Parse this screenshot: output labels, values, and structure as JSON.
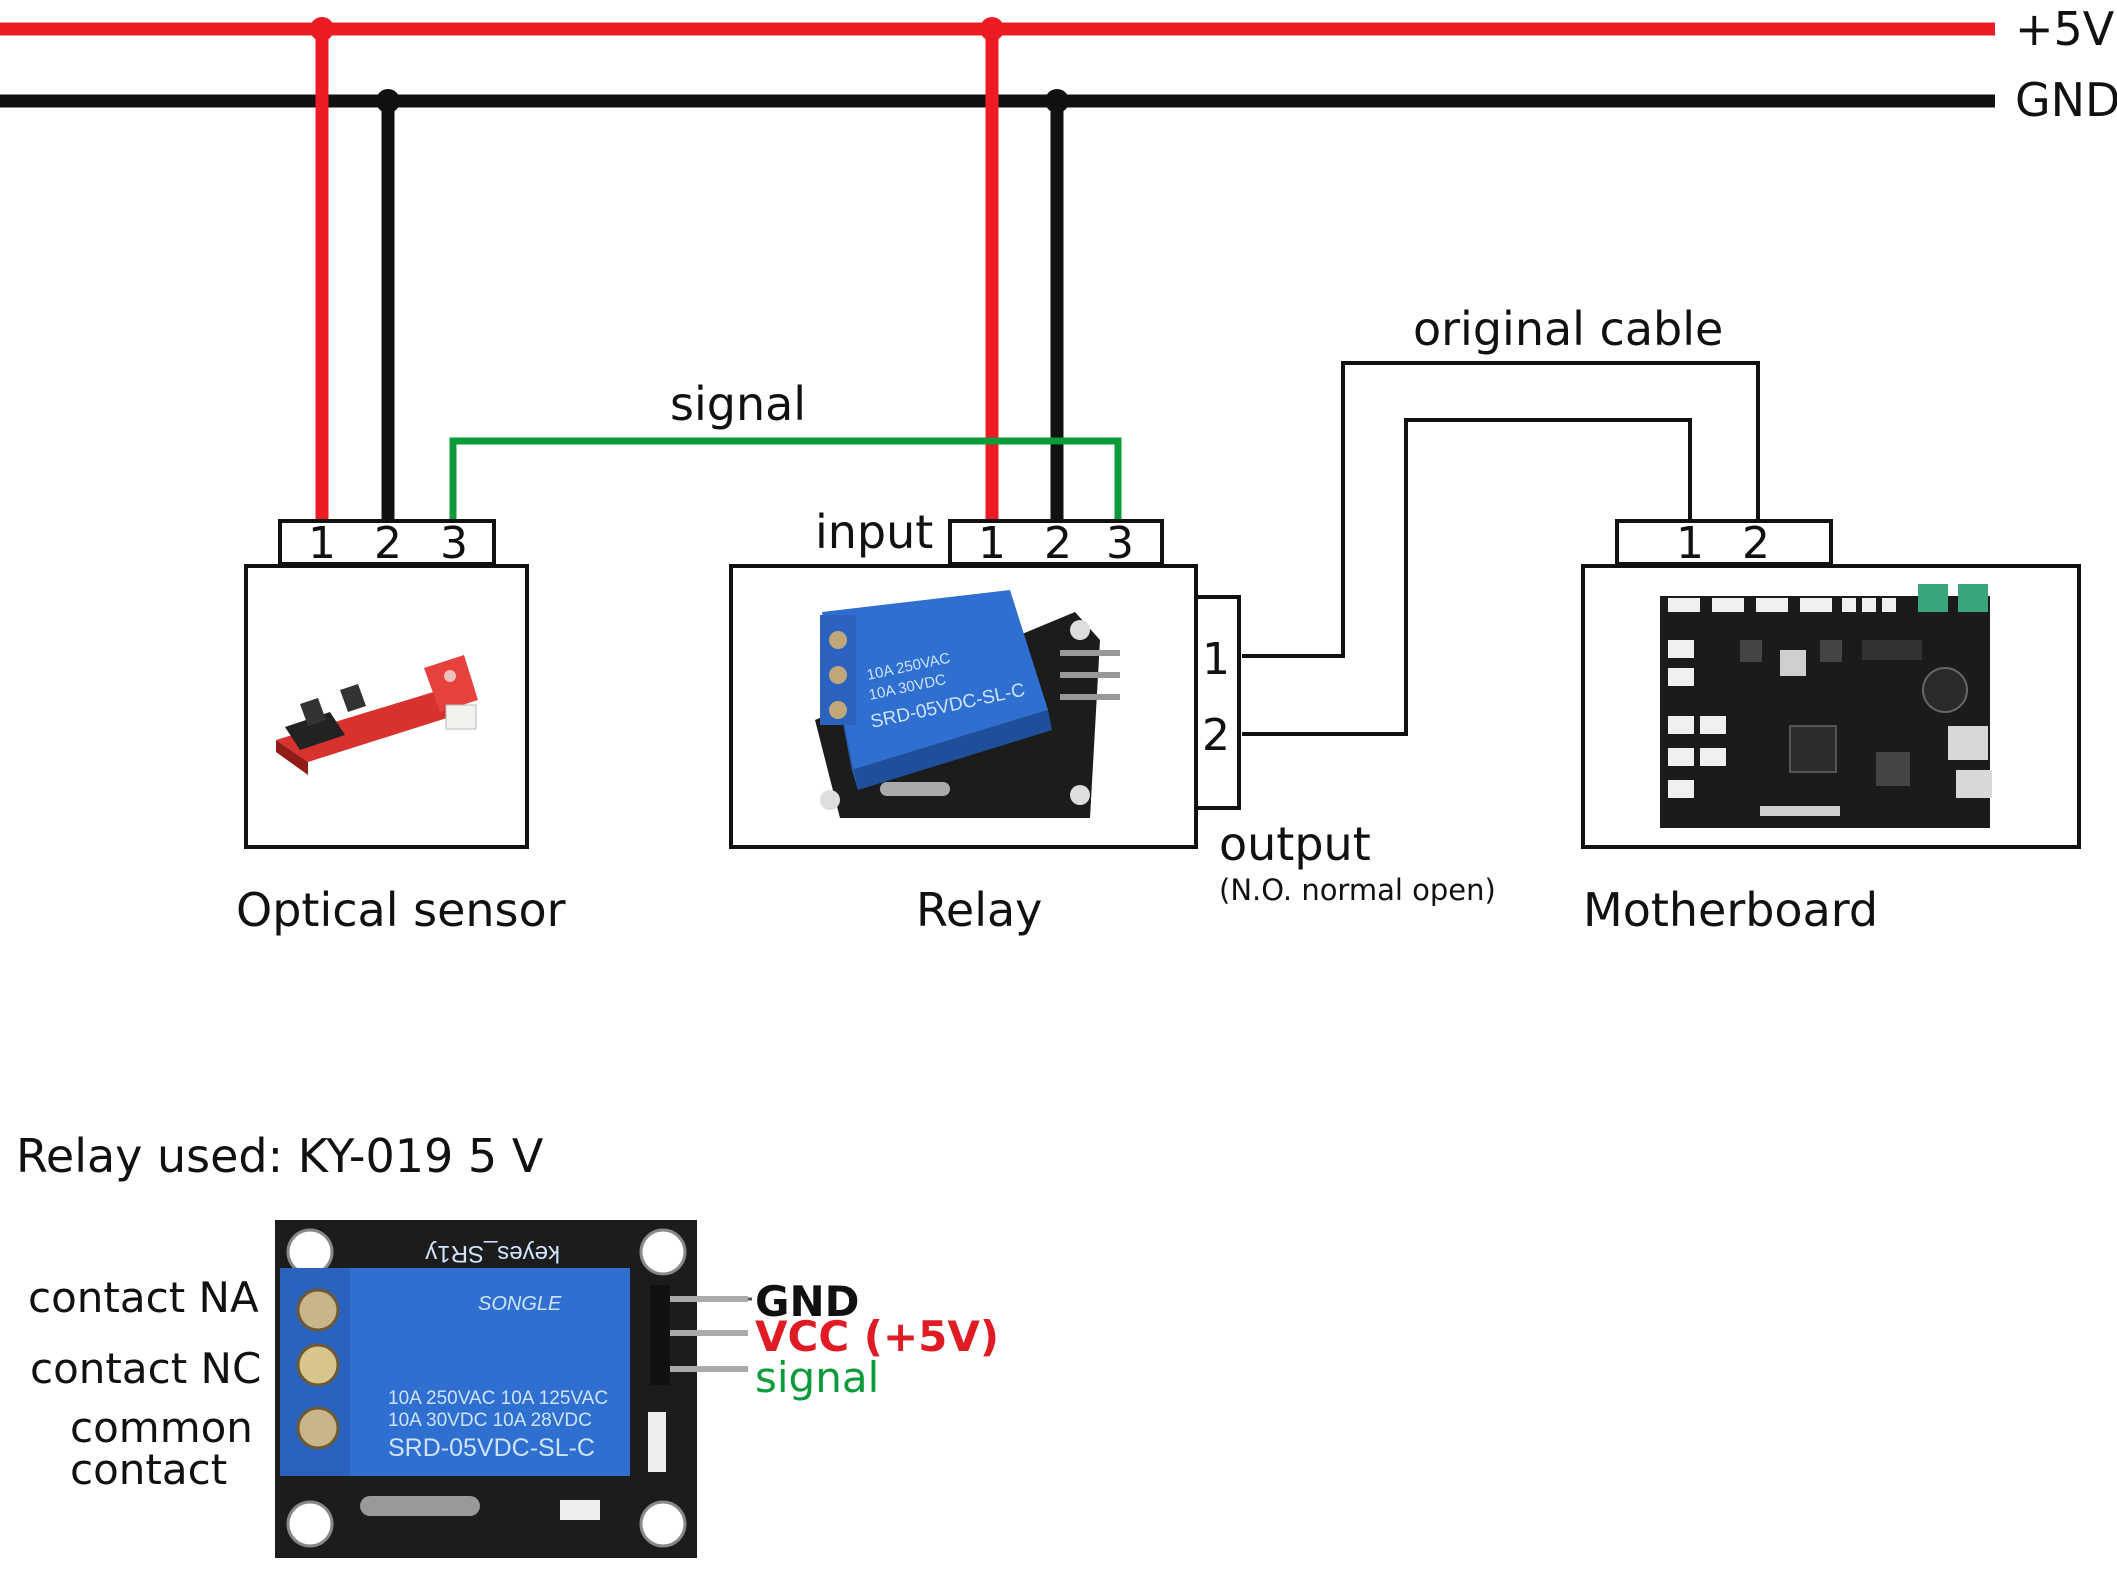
{
  "rails": {
    "plus5v": "+5V",
    "gnd": "GND"
  },
  "wires": {
    "signal": "signal",
    "original_cable": "original cable"
  },
  "optical_sensor": {
    "label": "Optical sensor",
    "pins": [
      "1",
      "2",
      "3"
    ]
  },
  "relay": {
    "label": "Relay",
    "input_label": "input",
    "input_pins": [
      "1",
      "2",
      "3"
    ],
    "output_label": "output",
    "output_note": "(N.O. normal open)",
    "output_pins": [
      "1",
      "2"
    ],
    "module_print": [
      "10A 250VAC",
      "10A 30VDC",
      "SRD-05VDC-SL-C"
    ]
  },
  "motherboard": {
    "label": "Motherboard",
    "pins": [
      "1",
      "2"
    ]
  },
  "detail": {
    "title": "Relay used: KY-019 5 V",
    "module_labels": {
      "top_text": "keyes_SR1y",
      "brand": "SONGLE",
      "ratings": [
        "10A 250VAC  10A 125VAC",
        "10A  30VDC  10A  28VDC"
      ],
      "model": "SRD-05VDC-SL-C"
    },
    "contacts": {
      "na": "contact NA",
      "nc": "contact NC",
      "common_line1": "common",
      "common_line2": "contact"
    },
    "pins": {
      "gnd": "GND",
      "vcc": "VCC (+5V)",
      "signal": "signal"
    }
  },
  "colors": {
    "red_wire": "#ed1c24",
    "black_wire": "#111111",
    "green_wire": "#0c9b3a",
    "relay_blue": "#2f6fcf",
    "pcb_black": "#1b1b1b",
    "vcc_text": "#e01b24",
    "signal_text": "#0c9b3a"
  }
}
